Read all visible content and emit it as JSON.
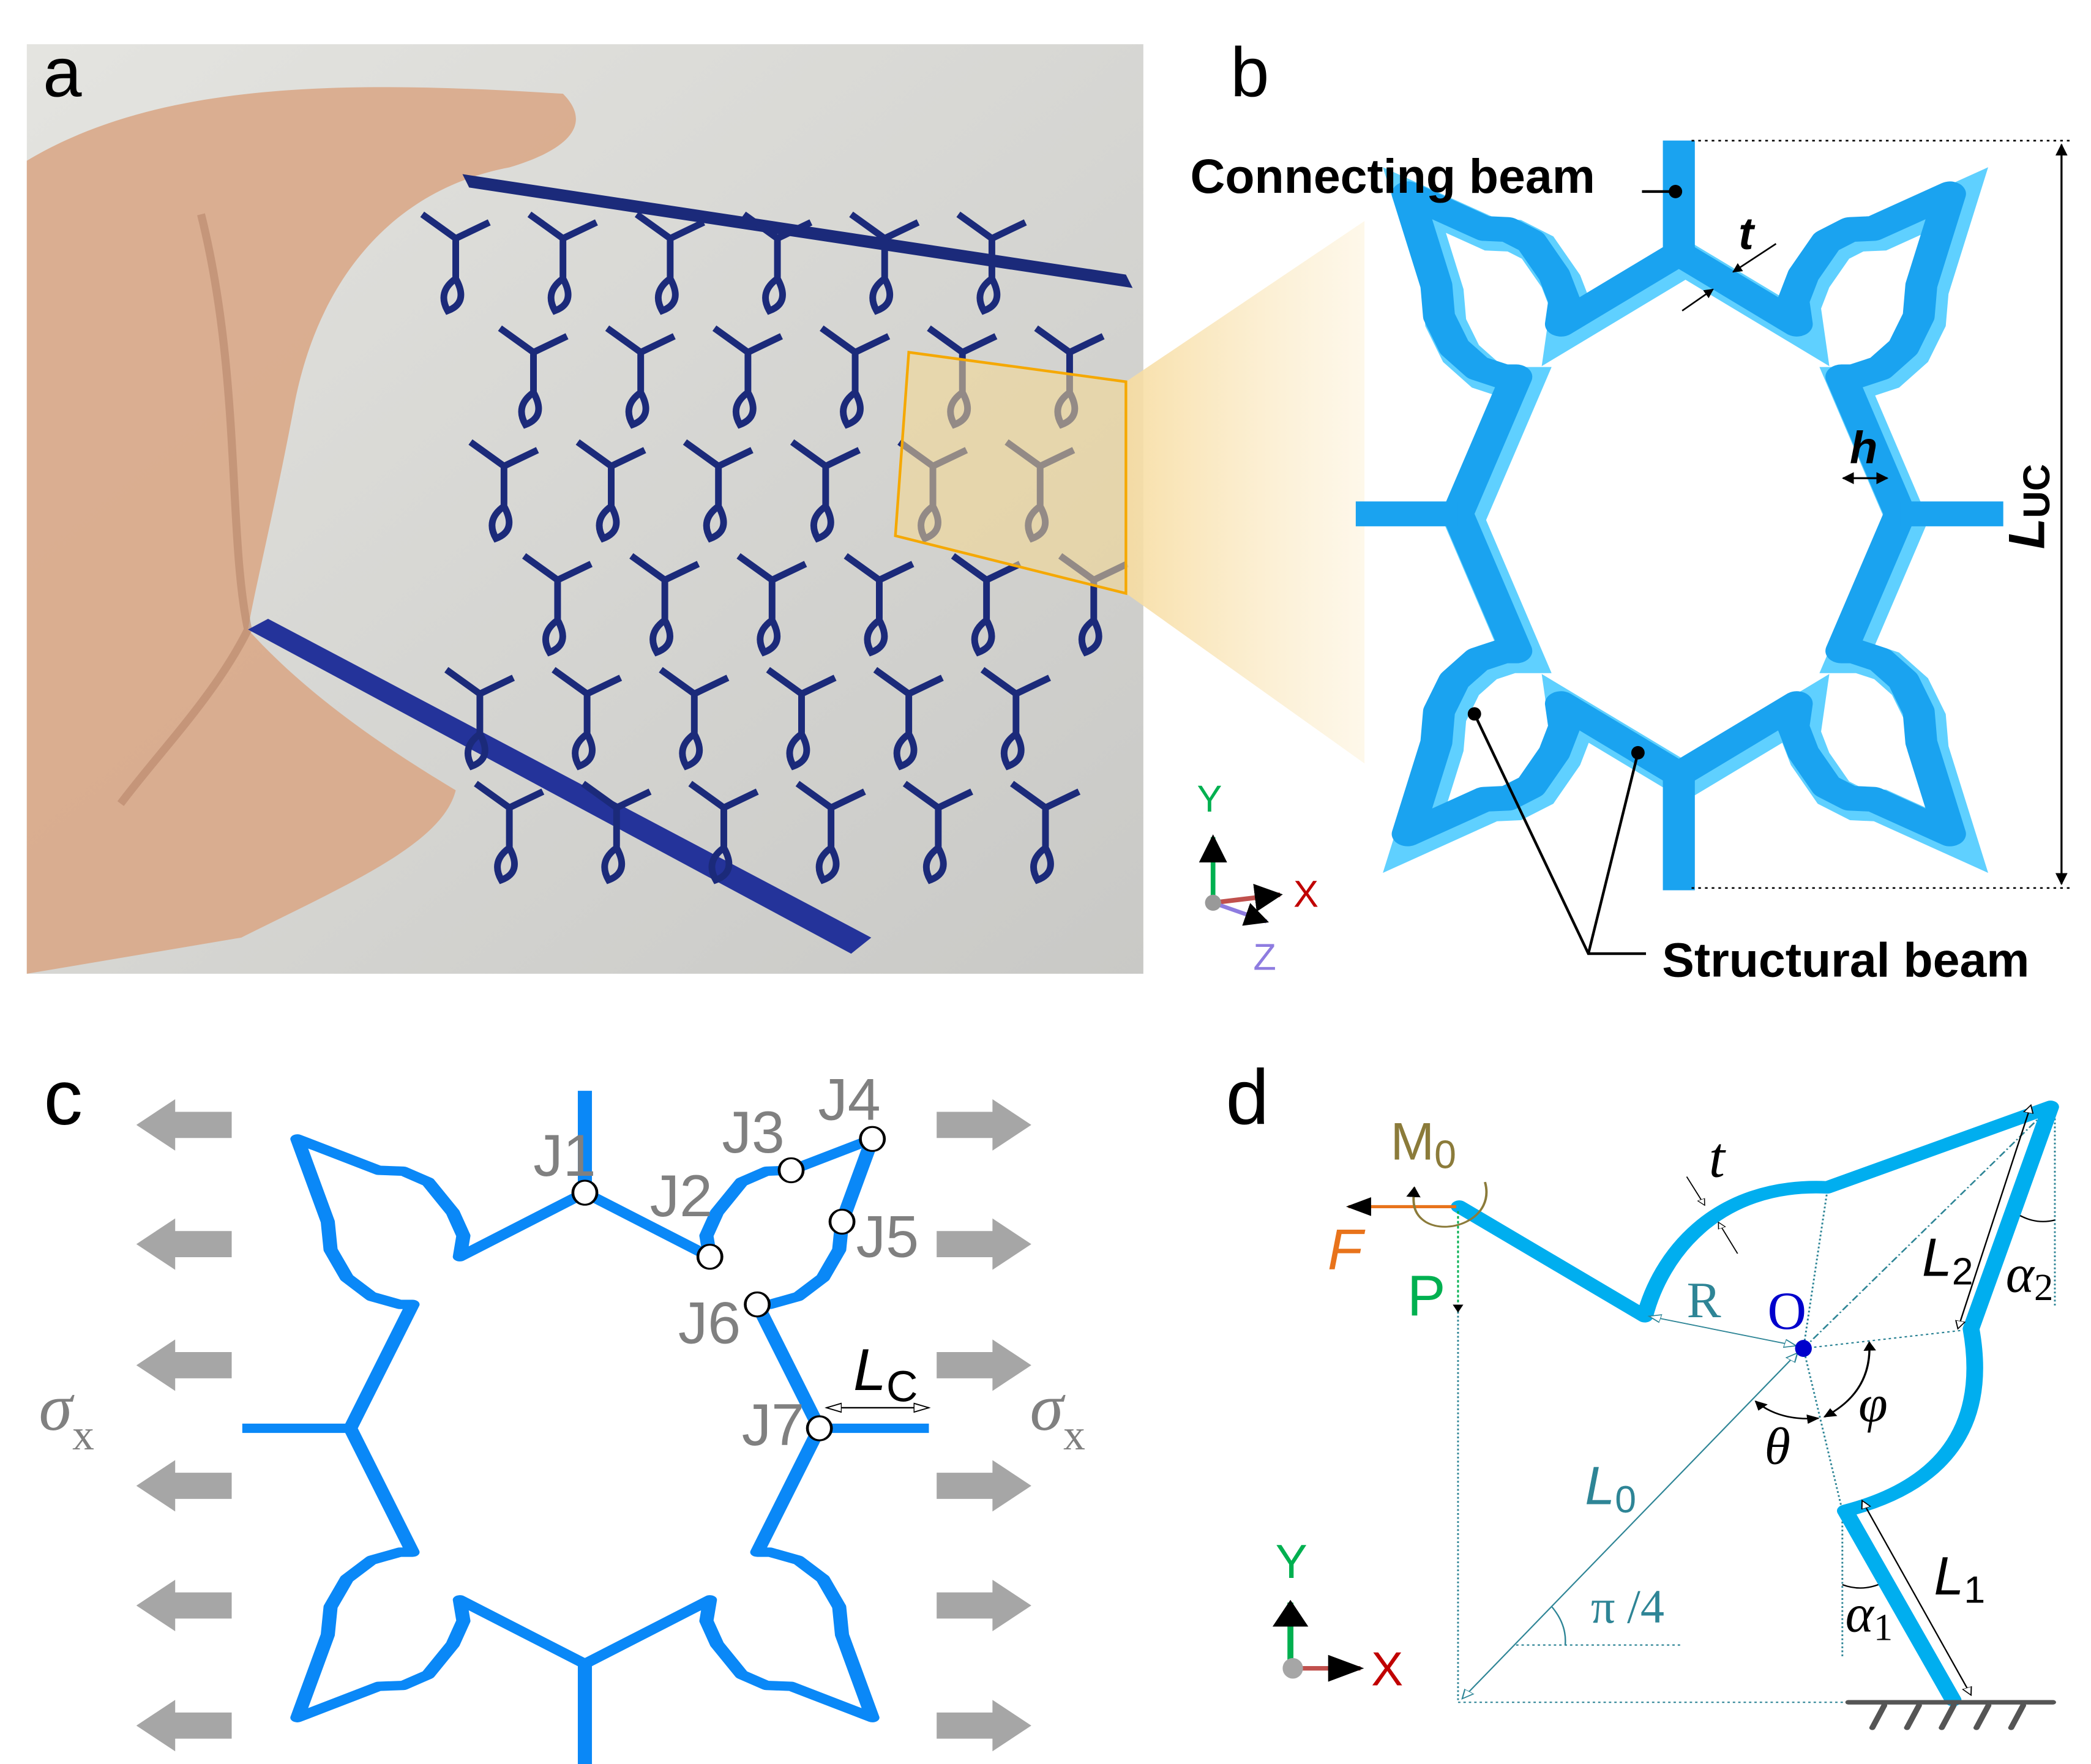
{
  "panels": {
    "a": {
      "letter": "a"
    },
    "b": {
      "letter": "b",
      "connecting_beam": "Connecting beam",
      "structural_beam": "Structural beam",
      "t": "t",
      "h": "h",
      "luc_main": "L",
      "luc_sub": "UC",
      "axes": {
        "y": "Y",
        "x": "X",
        "z": "Z"
      }
    },
    "c": {
      "letter": "c",
      "joints": [
        "J1",
        "J2",
        "J3",
        "J4",
        "J5",
        "J6",
        "J7"
      ],
      "sigma_main": "σ",
      "sigma_sub": "x",
      "lc_main": "L",
      "lc_sub": "C"
    },
    "d": {
      "letter": "d",
      "m0_main": "M",
      "m0_sub": "0",
      "f": "F",
      "p": "P",
      "t": "t",
      "r": "R",
      "o": "O",
      "l0_main": "L",
      "l0_sub": "0",
      "pi4": "π /4",
      "theta": "θ",
      "phi": "φ",
      "l2_main": "L",
      "l2_sub": "2",
      "alpha2_main": "α",
      "alpha2_sub": "2",
      "l1_main": "L",
      "l1_sub": "1",
      "alpha1_main": "α",
      "alpha1_sub": "1",
      "axes": {
        "y": "Y",
        "x": "X"
      }
    }
  },
  "colors": {
    "beam_c": "#0A88F7",
    "beam_b": "#1AA3F0",
    "beam_d": "#00AEEF",
    "lattice": "#1B2A7A",
    "teal": "#2E8596",
    "force": "#E8731B",
    "moment": "#8B7B3A",
    "p_green": "#00B050",
    "arrow_gray": "#A6A6A6",
    "highlight": "#F5A800"
  }
}
